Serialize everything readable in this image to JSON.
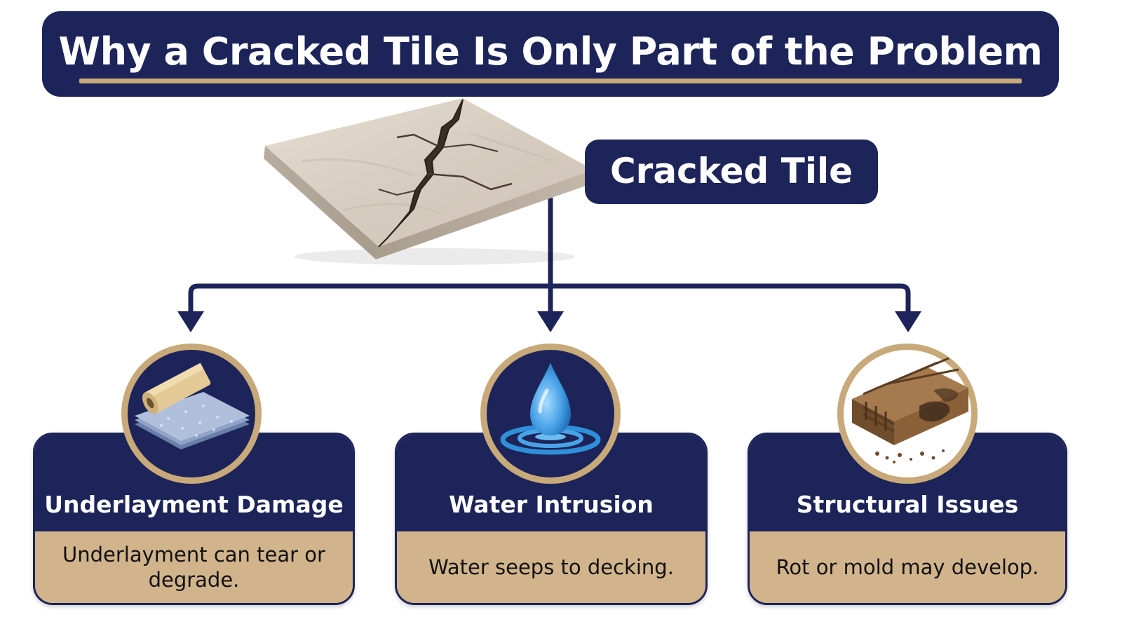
{
  "title": "Why a Cracked Tile Is Only Part of the Problem",
  "source_node": {
    "label": "Cracked Tile"
  },
  "branches": [
    {
      "title": "Underlayment Damage",
      "description": "Underlayment can tear or degrade.",
      "icon": "underlayment-roll-icon"
    },
    {
      "title": "Water Intrusion",
      "description": "Water seeps to decking.",
      "icon": "water-drop-icon"
    },
    {
      "title": "Structural Issues",
      "description": "Rot or mold may develop.",
      "icon": "rotted-wood-icon"
    }
  ],
  "colors": {
    "navy": "#1c2459",
    "tan": "#d2b48c",
    "gold": "#c8a97a",
    "water_blue": "#2f8fd8"
  }
}
